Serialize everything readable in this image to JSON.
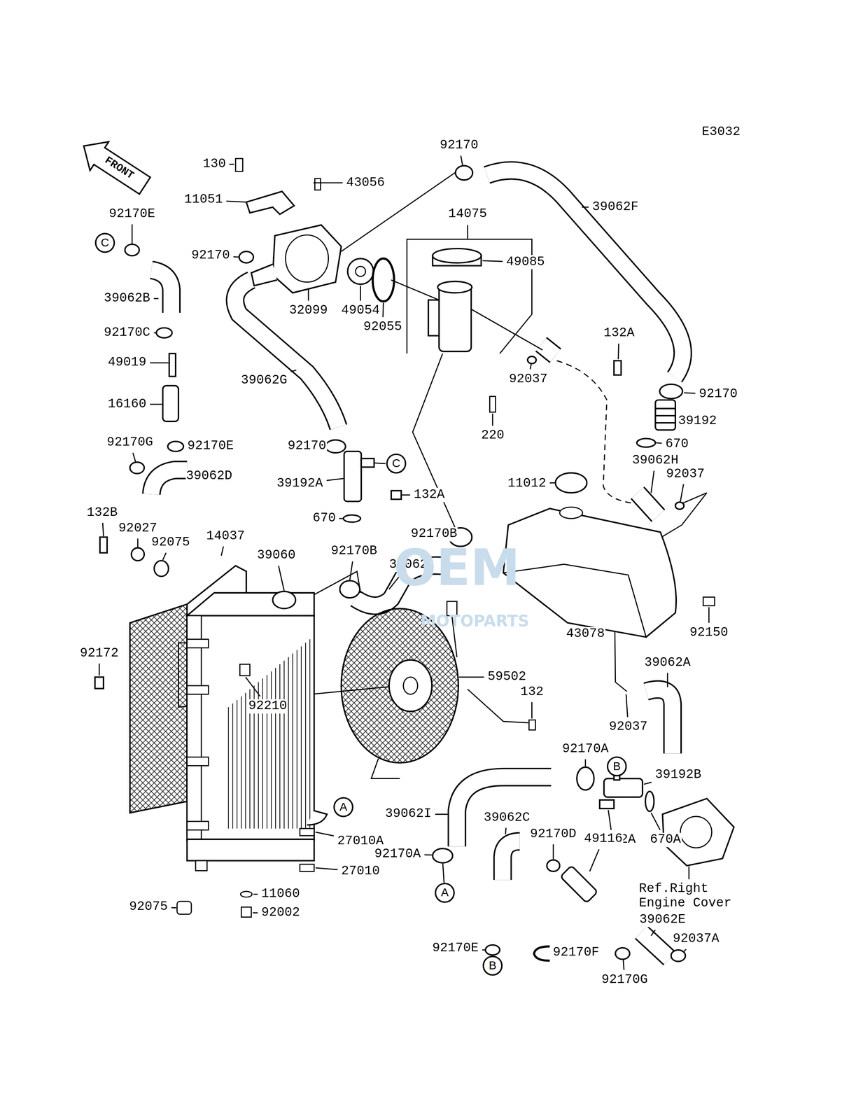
{
  "diagram": {
    "nodes": [
      {
        "text": [
          "C"
        ]
      },
      {
        "text": [
          "C"
        ]
      },
      {
        "text": [
          "B"
        ]
      },
      {
        "text": [
          "A"
        ]
      },
      {
        "text": [
          "A"
        ]
      },
      {
        "text": [
          "B"
        ]
      }
    ],
    "labels": [
      "E3032",
      "FRONT",
      "130",
      "43056",
      "11051",
      "92170",
      "39062F",
      "14075",
      "49085",
      "92170E",
      "92170",
      "32099",
      "49054",
      "92055",
      "39062B",
      "92170C",
      "49019",
      "16160",
      "92170G",
      "92170E",
      "39062D",
      "39062G",
      "92037",
      "220",
      "132A",
      "92170",
      "39192",
      "670",
      "39062H",
      "92037",
      "92170",
      "39192A",
      "132A",
      "670",
      "11012",
      "92170B",
      "92170B",
      "39062",
      "132B",
      "92027",
      "92075",
      "14037",
      "39060",
      "92150",
      "43078",
      "92172",
      "92210",
      "59502",
      "39062A",
      "132",
      "92037",
      "92170A",
      "39192B",
      "92002A",
      "670A",
      "Ref.Right Engine Cover",
      "39062I",
      "27010A",
      "27010",
      "39062C",
      "92170D",
      "49116",
      "92170A",
      "11060",
      "92075",
      "92002",
      "39062E",
      "92037A",
      "92170E",
      "92170F",
      "92170G",
      "OEM",
      "MOTOPARTS"
    ]
  }
}
